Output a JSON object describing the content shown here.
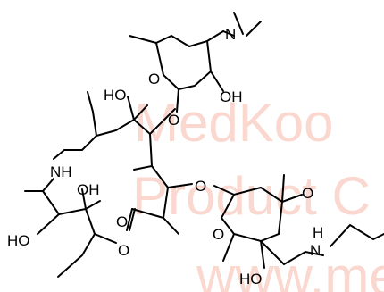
{
  "watermark": {
    "line1": "MedKoo",
    "line2": "Product C",
    "line3": "www.me",
    "color": "#f6b8a8"
  },
  "atom_labels": {
    "n_dimethyl": "N",
    "ring_o_top": "O",
    "oh_sugar_top": "OH",
    "ho_center": "HO",
    "o_link_top": "O",
    "nh_ring": "NH",
    "oh_left": "OH",
    "o_link_mid": "O",
    "o_methoxy": "O",
    "o_ester": "O",
    "o_lactone": "O",
    "ho_left": "HO",
    "o_ring_lower": "O",
    "nh_side": "N",
    "h_side": "H",
    "ho_bottom": "HO"
  }
}
